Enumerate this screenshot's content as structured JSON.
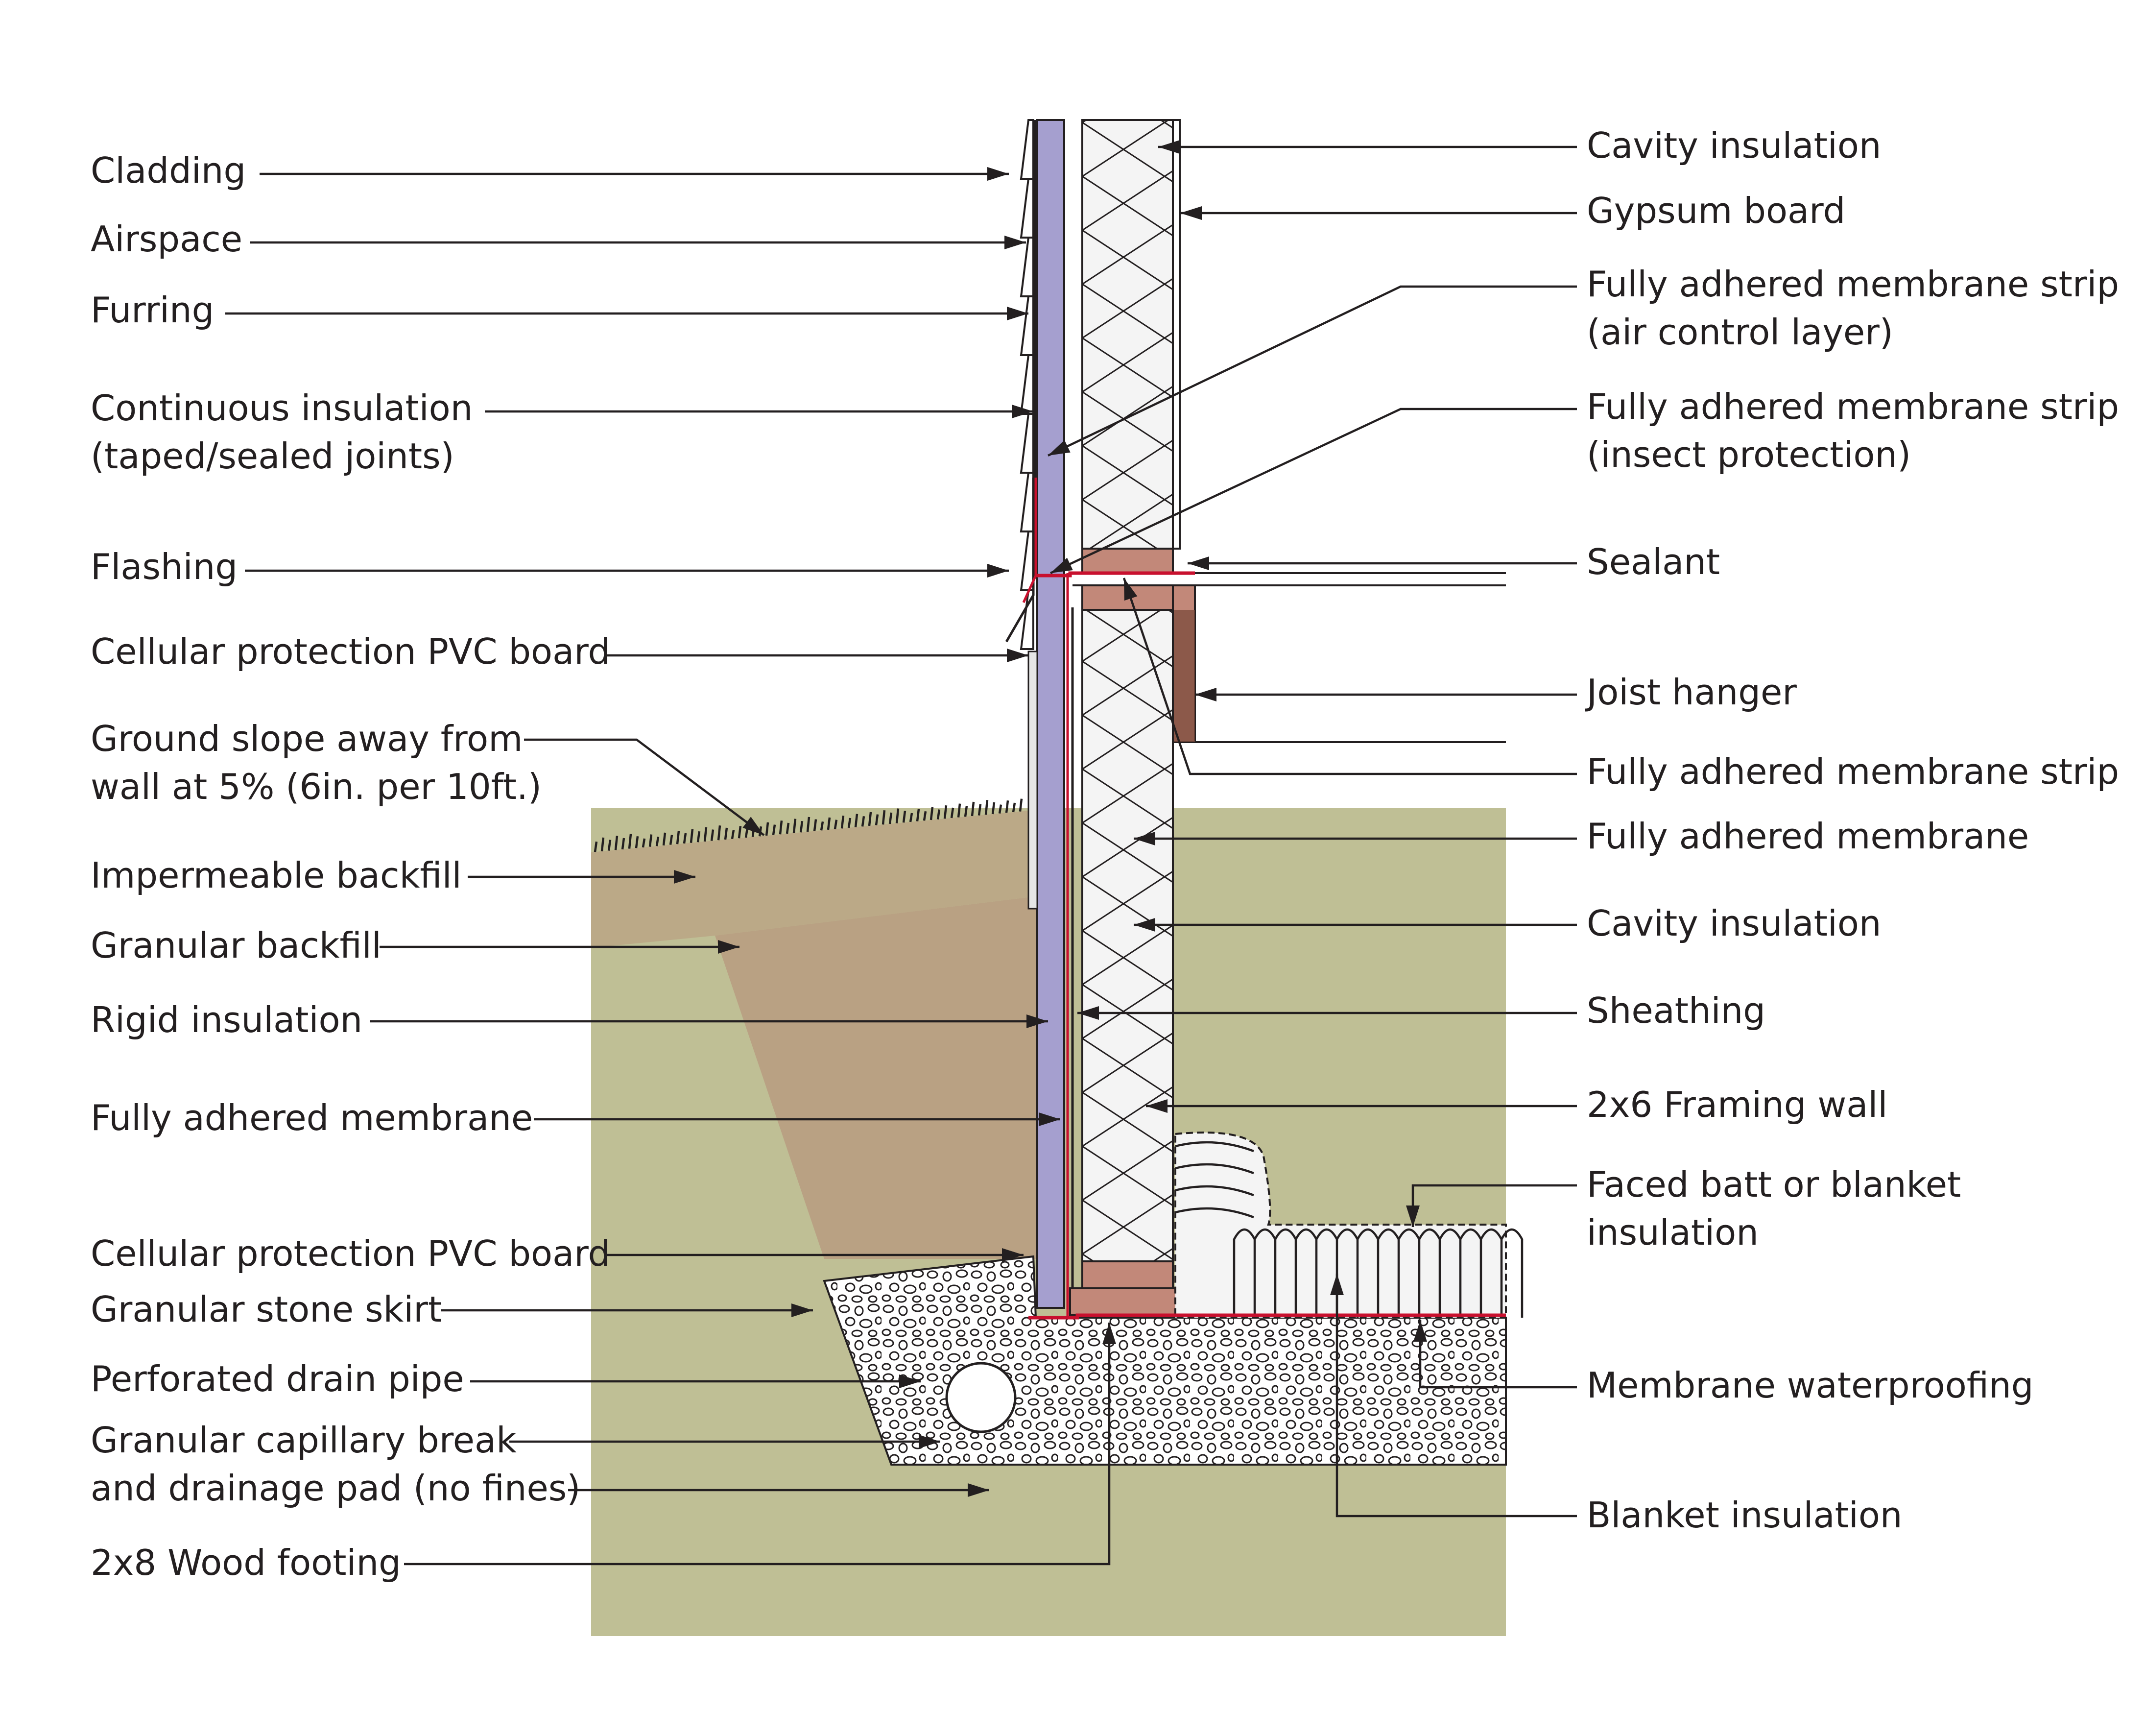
{
  "colors": {
    "soil": "#bfbf95",
    "impermeable_backfill": "#bba987",
    "granular_backfill": "#b9a183",
    "rigid_insulation": "#a59fcf",
    "wood_plate": "#c28879",
    "joist_hanger": "#7a4a3b",
    "membrane": "#c8102e",
    "gravel": "#ffffff",
    "insulation": "#f4f4f4",
    "line": "#231f20"
  },
  "labels_left": [
    {
      "lines": [
        "Cladding"
      ]
    },
    {
      "lines": [
        "Airspace"
      ]
    },
    {
      "lines": [
        "Furring"
      ]
    },
    {
      "lines": [
        "Continuous insulation",
        "(taped/sealed joints)"
      ]
    },
    {
      "lines": [
        "Flashing"
      ]
    },
    {
      "lines": [
        "Cellular protection PVC board"
      ]
    },
    {
      "lines": [
        "Ground slope away from",
        "wall at 5% (6in. per 10ft.)"
      ]
    },
    {
      "lines": [
        "Impermeable backfill"
      ]
    },
    {
      "lines": [
        "Granular backfill"
      ]
    },
    {
      "lines": [
        "Rigid insulation"
      ]
    },
    {
      "lines": [
        "Fully adhered membrane"
      ]
    },
    {
      "lines": [
        "Cellular protection PVC board"
      ]
    },
    {
      "lines": [
        "Granular stone skirt"
      ]
    },
    {
      "lines": [
        "Perforated drain pipe"
      ]
    },
    {
      "lines": [
        "Granular capillary break",
        "and drainage pad (no fines)"
      ]
    },
    {
      "lines": [
        "2x8 Wood footing"
      ]
    }
  ],
  "labels_right": [
    {
      "lines": [
        "Cavity insulation"
      ]
    },
    {
      "lines": [
        "Gypsum board"
      ]
    },
    {
      "lines": [
        "Fully adhered membrane strip",
        "(air control layer)"
      ]
    },
    {
      "lines": [
        "Fully adhered membrane strip",
        "(insect protection)"
      ]
    },
    {
      "lines": [
        "Sealant"
      ]
    },
    {
      "lines": [
        "Joist hanger"
      ]
    },
    {
      "lines": [
        "Fully adhered membrane strip"
      ]
    },
    {
      "lines": [
        "Fully adhered membrane"
      ]
    },
    {
      "lines": [
        "Cavity insulation"
      ]
    },
    {
      "lines": [
        "Sheathing"
      ]
    },
    {
      "lines": [
        "2x6 Framing wall"
      ]
    },
    {
      "lines": [
        "Faced batt or blanket",
        "insulation"
      ]
    },
    {
      "lines": [
        "Membrane waterproofing"
      ]
    },
    {
      "lines": [
        "Blanket insulation"
      ]
    }
  ]
}
